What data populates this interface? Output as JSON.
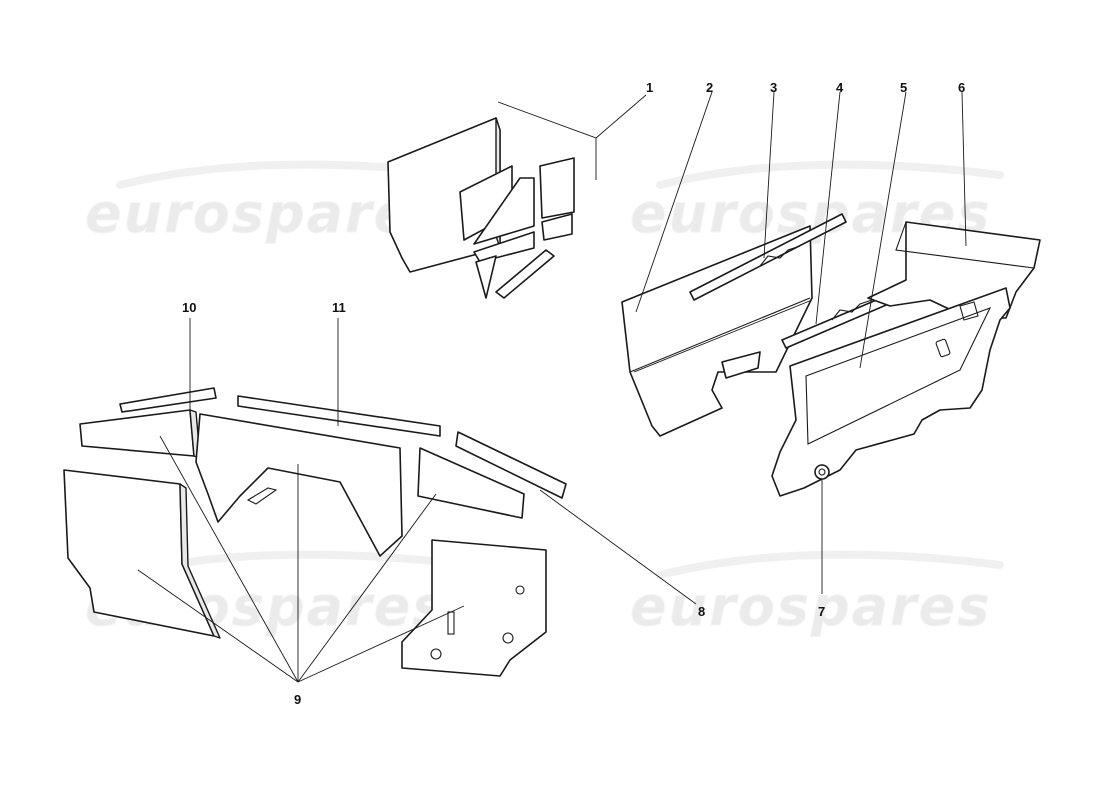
{
  "watermark": {
    "text": "eurospares",
    "color": "#ebebeb"
  },
  "callouts": [
    {
      "id": "c1",
      "label": "1"
    },
    {
      "id": "c2",
      "label": "2"
    },
    {
      "id": "c3",
      "label": "3"
    },
    {
      "id": "c4",
      "label": "4"
    },
    {
      "id": "c5",
      "label": "5"
    },
    {
      "id": "c6",
      "label": "6"
    },
    {
      "id": "c7",
      "label": "7"
    },
    {
      "id": "c8",
      "label": "8"
    },
    {
      "id": "c9",
      "label": "9"
    },
    {
      "id": "c10",
      "label": "10"
    },
    {
      "id": "c11",
      "label": "11"
    }
  ],
  "colors": {
    "line": "#1a1a1a",
    "background": "#ffffff"
  }
}
